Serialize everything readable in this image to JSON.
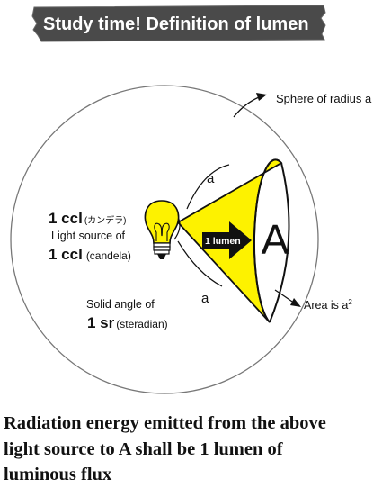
{
  "banner": {
    "title": "Study time! Definition of lumen"
  },
  "labels": {
    "sphere": "Sphere of radius a",
    "radius_top": "a",
    "radius_bottom": "a",
    "ccl_big_top": "1 ccl",
    "ccl_katakana": "(カンデラ)",
    "light_source_of": "Light source of",
    "ccl_big_bottom": "1 ccl",
    "candela": "(candela)",
    "lumen_arrow": "1 lumen",
    "area_letter": "A",
    "area_is": "Area is a",
    "area_exp": "2",
    "solid_angle_of": "Solid angle of",
    "sr_big": "1 sr",
    "steradian": "(steradian)"
  },
  "caption": {
    "line1": "Radiation energy emitted from the above",
    "line2": "light source to A shall be 1 lumen of",
    "line3": "luminous flux"
  },
  "colors": {
    "cone": "#fdf200",
    "bulb": "#fdf200",
    "outline": "#111111",
    "banner_bg": "#4a4a4a"
  }
}
